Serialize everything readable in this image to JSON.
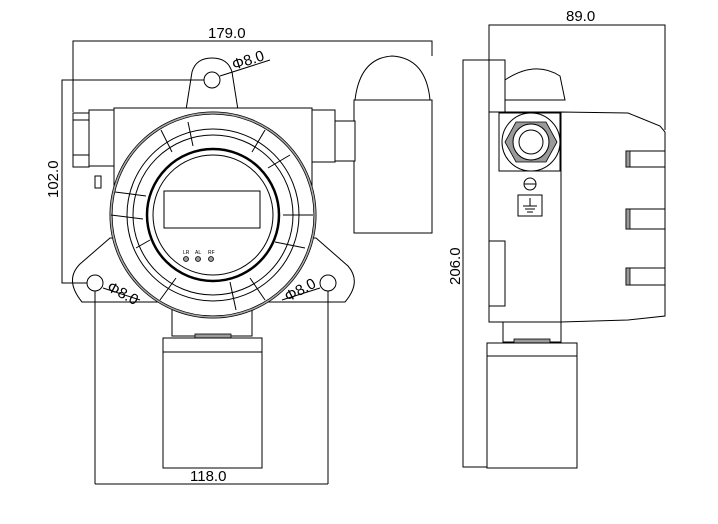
{
  "front_view": {
    "width_dim": "179.0",
    "height_dim": "102.0",
    "hole_spacing_dim": "118.0",
    "hole_top": "Φ8.0",
    "hole_left": "Φ8.0",
    "hole_right": "Φ8.0",
    "led_labels": [
      "LR",
      "AL",
      "RF"
    ]
  },
  "side_view": {
    "depth_dim": "89.0",
    "total_height_dim": "206.0"
  }
}
